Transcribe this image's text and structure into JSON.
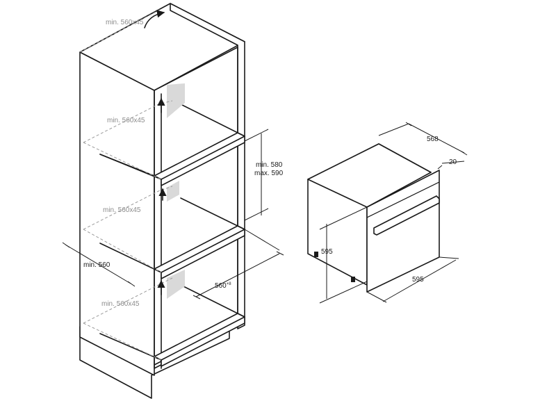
{
  "cabinet_labels": {
    "vent_top": "min. 560x45",
    "vent_upper": "min. 560x45",
    "vent_middle": "min. 560x45",
    "vent_bottom": "min. 560x45",
    "niche_height_min": "min. 580",
    "niche_height_max": "max. 590",
    "width_min": "min. 560",
    "depth": "560",
    "depth_sup": "+8"
  },
  "oven_labels": {
    "depth": "568",
    "front_thickness": "20",
    "height": "595",
    "width": "595"
  }
}
